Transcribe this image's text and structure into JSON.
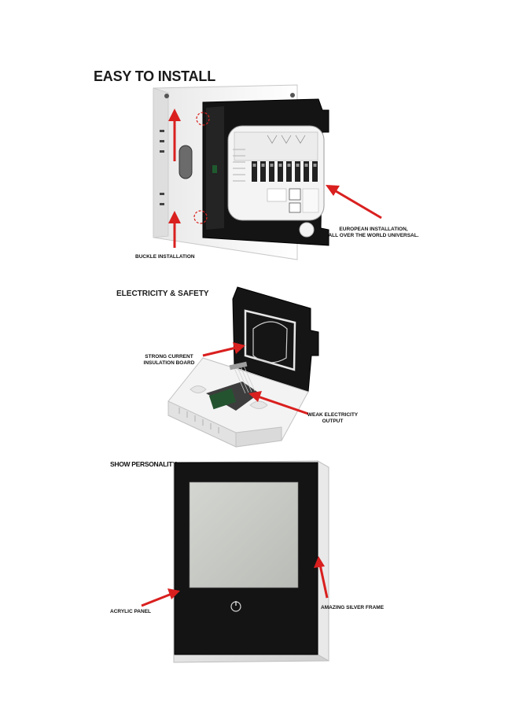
{
  "section1": {
    "heading": "EASY TO INSTALL",
    "label_buckle": "BUCKLE INSTALLATION",
    "label_european_line1": "EUROPEAN INSTALLATION,",
    "label_european_line2": "ALL OVER THE WORLD UNIVERSAL."
  },
  "section2": {
    "heading": "ELECTRICITY & SAFETY",
    "label_strong_line1": "STRONG CURRENT",
    "label_strong_line2": "INSULATION BOARD",
    "label_weak_line1": "WEAK ELECTRICITY",
    "label_weak_line2": "OUTPUT"
  },
  "section3": {
    "heading": "SHOW PERSONALITY",
    "label_acrylic": "ACRYLIC PANEL",
    "label_frame": "AMAZING SILVER FRAME"
  },
  "colors": {
    "arrow": "#d9201f",
    "panel_black": "#141414",
    "frame_white": "#f2f2f2",
    "screen_gray": "#c9cbc6"
  },
  "icons": {
    "power": "power-icon"
  }
}
